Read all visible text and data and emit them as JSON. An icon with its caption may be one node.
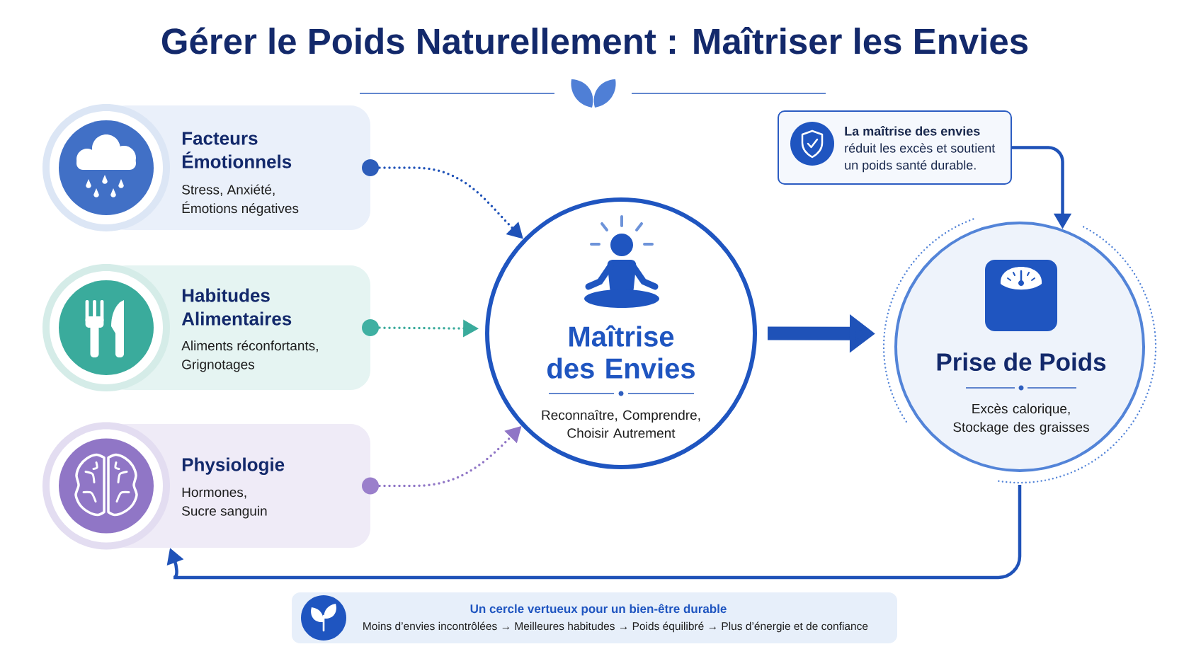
{
  "diagram": {
    "title": "Gérer le Poids Naturellement : Maîtriser les Envies",
    "nodes": [
      {
        "text": [
          "Facteurs Émotionnels",
          "Stress, Anxiété, Émotions négatives"
        ]
      },
      {
        "text": [
          "Habitudes Alimentaires",
          "Aliments réconfortants, Grignotages"
        ]
      },
      {
        "text": [
          "Physiologie",
          "Hormones, Sucre sanguin"
        ]
      },
      {
        "text": [
          "Maîtrise des Envies",
          "Reconnaître, Comprendre, Choisir Autrement"
        ]
      },
      {
        "text": [
          "**La maîtrise des envies** réduit les excès et soutient un poids santé durable."
        ]
      },
      {
        "text": [
          "Prise de Poids",
          "Excès calorique, Stockage des graisses"
        ]
      },
      {
        "text": [
          "Un cercle vertueux pour un bien-être durable",
          "Moins d’envies incontrôlées → Meilleures habitudes → Poids équilibré → Plus d’énergie et de confiance"
        ]
      }
    ],
    "edges": [
      {
        "from": 0,
        "to": 3,
        "arrow": "to",
        "style": "dashed"
      },
      {
        "from": 1,
        "to": 3,
        "arrow": "to",
        "style": "dashed",
        "color": "#3aab9c"
      },
      {
        "from": 2,
        "to": 3,
        "arrow": "to",
        "style": "dashed",
        "color": "#9076c6"
      },
      {
        "from": 3,
        "to": 5,
        "arrow": "to",
        "style": "thick"
      },
      {
        "from": 4,
        "to": 5,
        "arrow": "to"
      },
      {
        "from": 5,
        "to": 2,
        "arrow": "to"
      }
    ]
  }
}
